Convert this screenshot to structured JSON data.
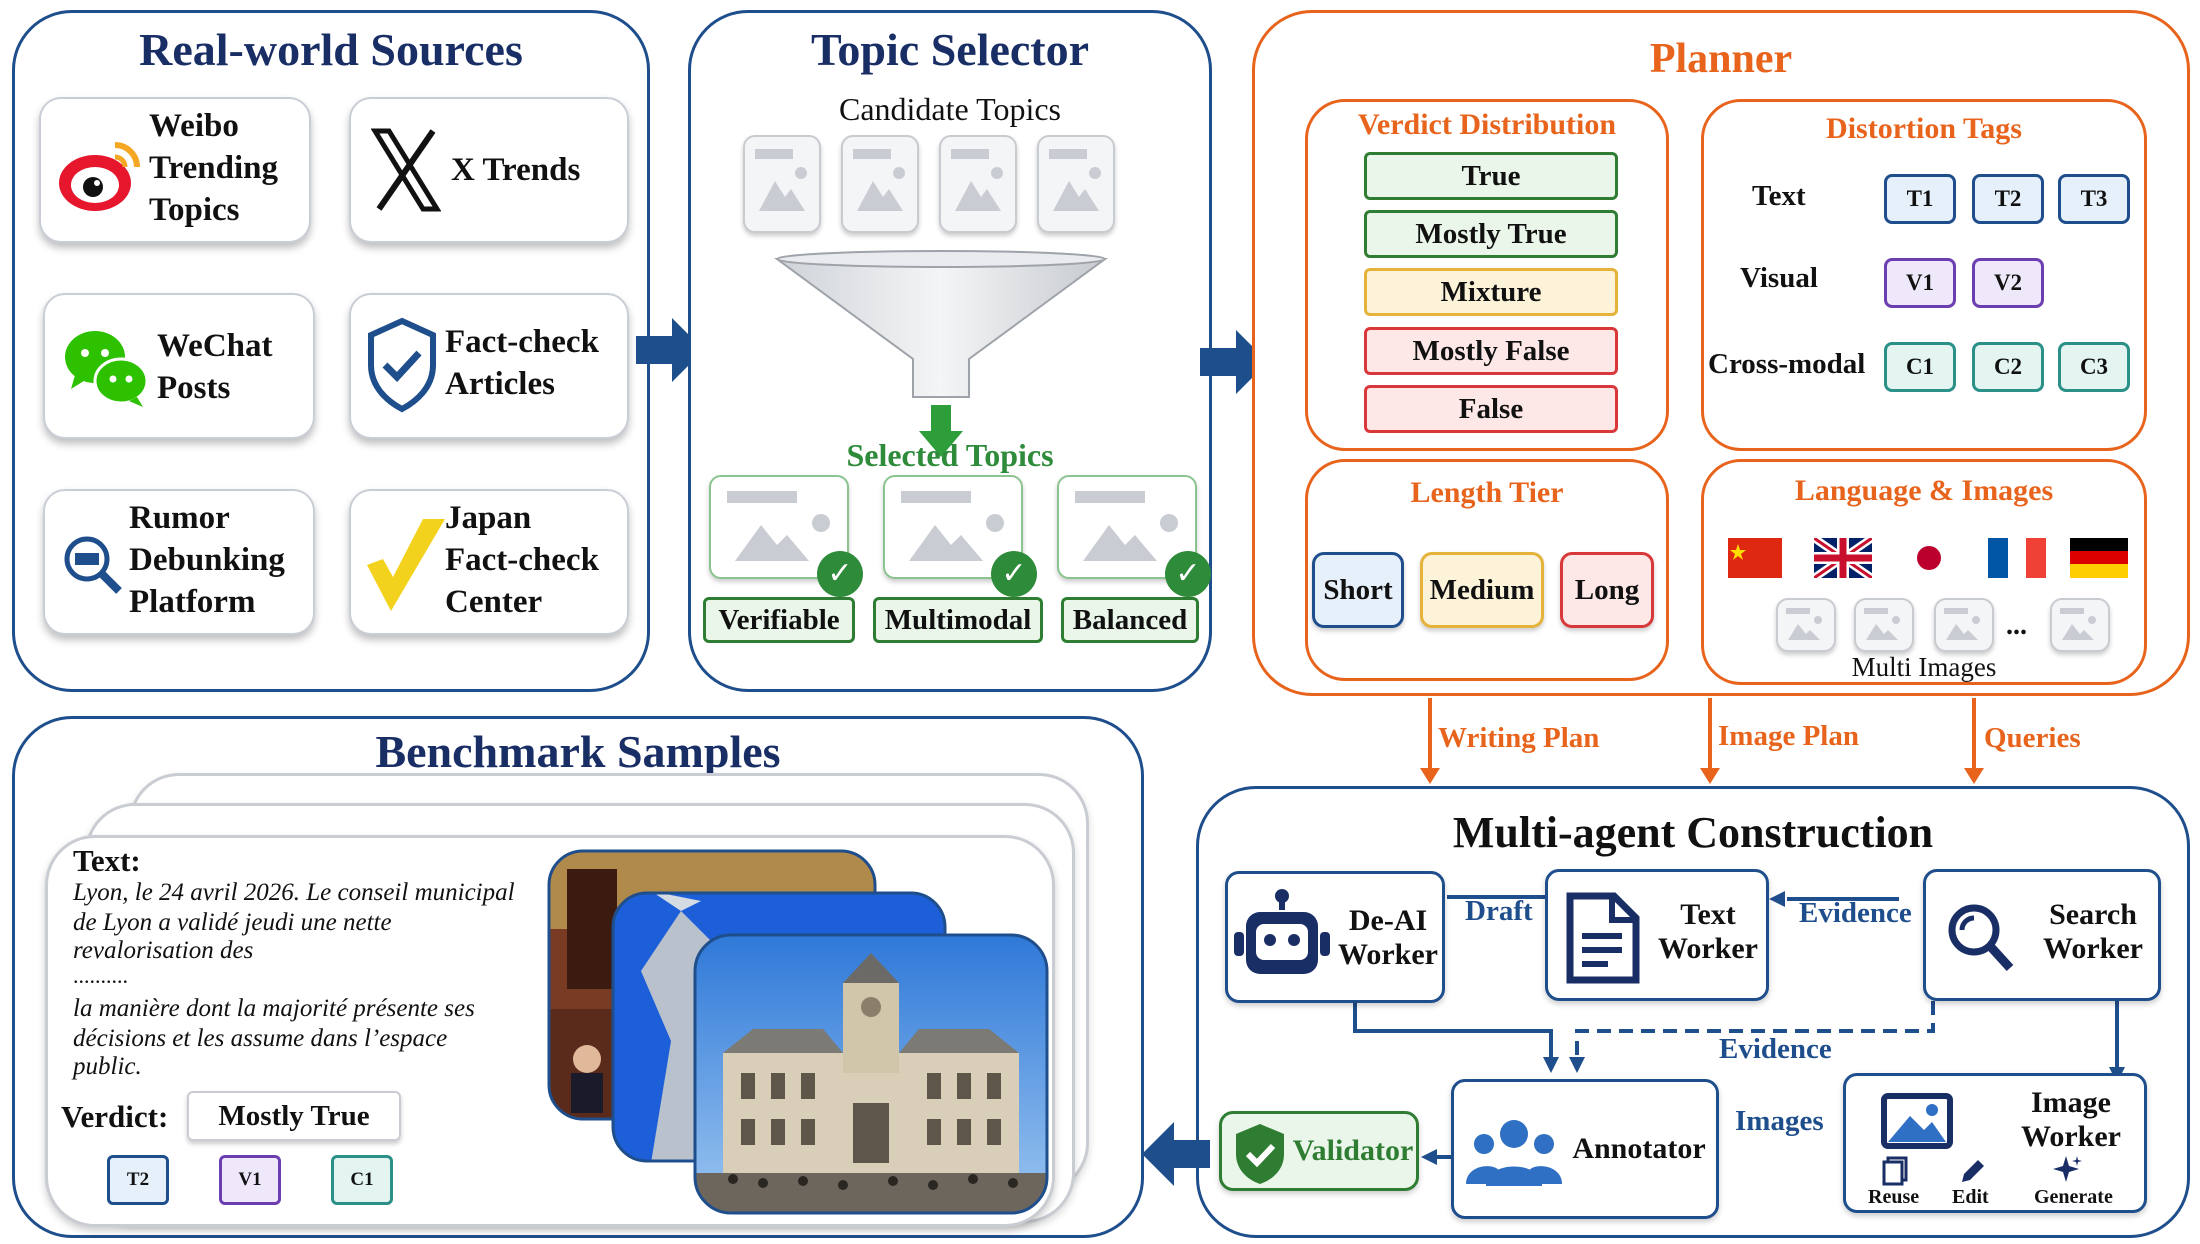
{
  "sources": {
    "title": "Real-world Sources",
    "items": [
      {
        "label": "Weibo\nTrending\nTopics",
        "icon": "weibo-icon"
      },
      {
        "label": "X Trends",
        "icon": "x-logo-icon"
      },
      {
        "label": "WeChat\nPosts",
        "icon": "wechat-icon"
      },
      {
        "label": "Fact-check\nArticles",
        "icon": "shield-check-icon"
      },
      {
        "label": "Rumor\nDebunking\nPlatform",
        "icon": "rumor-search-icon"
      },
      {
        "label": "Japan\nFact-check\nCenter",
        "icon": "japan-factcheck-logo-icon"
      }
    ]
  },
  "selector": {
    "title": "Topic Selector",
    "candidate": "Candidate Topics",
    "selected": "Selected Topics",
    "criteria": [
      "Verifiable",
      "Multimodal",
      "Balanced"
    ]
  },
  "planner": {
    "title": "Planner",
    "verdict": {
      "title": "Verdict Distribution",
      "items": [
        "True",
        "Mostly True",
        "Mixture",
        "Mostly False",
        "False"
      ]
    },
    "distortion": {
      "title": "Distortion Tags",
      "rows": [
        {
          "label": "Text",
          "tags": [
            "T1",
            "T2",
            "T3"
          ]
        },
        {
          "label": "Visual",
          "tags": [
            "V1",
            "V2"
          ]
        },
        {
          "label": "Cross-modal",
          "tags": [
            "C1",
            "C2",
            "C3"
          ]
        }
      ]
    },
    "length": {
      "title": "Length Tier",
      "items": [
        "Short",
        "Medium",
        "Long"
      ]
    },
    "language": {
      "title": "Language & Images",
      "ellipsis": "...",
      "multi": "Multi Images"
    }
  },
  "flows": {
    "writing": "Writing Plan",
    "image": "Image Plan",
    "queries": "Queries"
  },
  "construction": {
    "title": "Multi-agent Construction",
    "deai": "De-AI\nWorker",
    "text": "Text\nWorker",
    "search": "Search\nWorker",
    "annotator": "Annotator",
    "validator": "Validator",
    "image": "Image\nWorker",
    "image_tools": [
      "Reuse",
      "Edit",
      "Generate"
    ],
    "labels": {
      "draft": "Draft",
      "evidence1": "Evidence",
      "evidence2": "Evidence",
      "images": "Images"
    }
  },
  "samples": {
    "title": "Benchmark Samples",
    "text_label": "Text:",
    "text_lines": [
      "Lyon, le 24 avril 2026. Le conseil municipal",
      "de Lyon a validé jeudi une nette",
      "revalorisation des",
      "..........",
      "la manière dont la majorité présente ses",
      "décisions et les assume dans l’espace",
      "public."
    ],
    "verdict_label": "Verdict:",
    "verdict_value": "Mostly True",
    "tags": [
      "T2",
      "V1",
      "C1"
    ]
  },
  "colors": {
    "navy": "#1f4e8c",
    "orange": "#e8641c",
    "green": "#2e7d32",
    "true_fill": "#eaf6e9",
    "mixture_fill": "#fdf3d9",
    "false_fill": "#fde7e7",
    "text_tag_fill": "#e6f0fa",
    "visual_tag_fill": "#efe8fb",
    "cross_tag_fill": "#e3f4f1"
  }
}
